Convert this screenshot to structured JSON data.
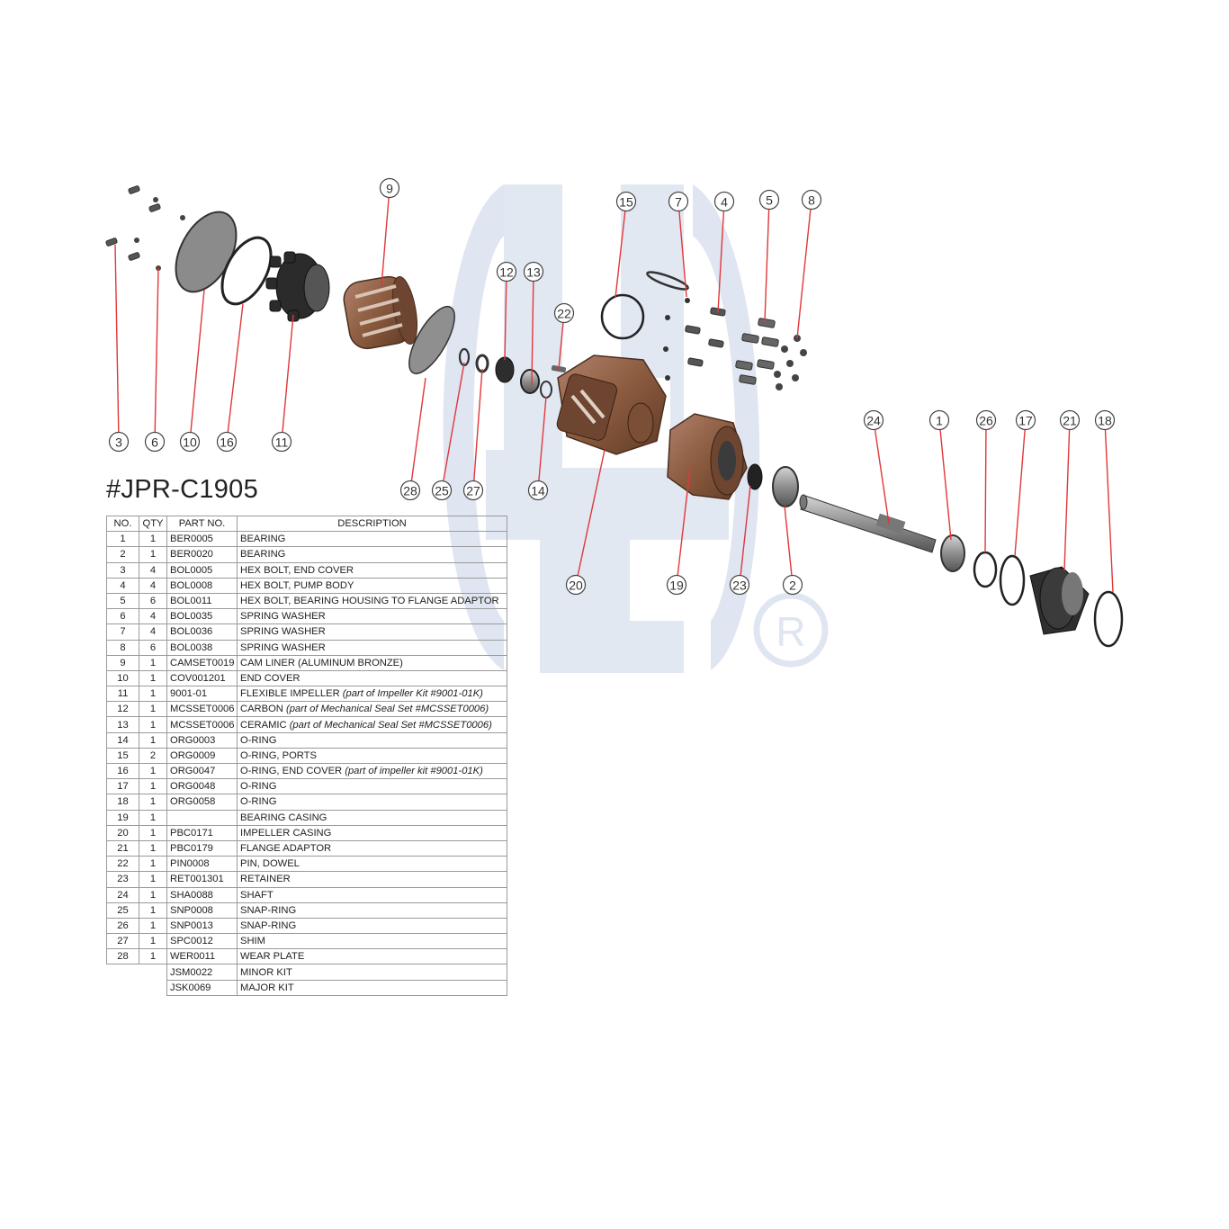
{
  "model_number": "#JPR-C1905",
  "table": {
    "headers": [
      "NO.",
      "QTY",
      "PART NO.",
      "DESCRIPTION"
    ],
    "rows": [
      {
        "no": "1",
        "qty": "1",
        "part": "BER0005",
        "desc": "BEARING",
        "note": ""
      },
      {
        "no": "2",
        "qty": "1",
        "part": "BER0020",
        "desc": "BEARING",
        "note": ""
      },
      {
        "no": "3",
        "qty": "4",
        "part": "BOL0005",
        "desc": "HEX BOLT, END COVER",
        "note": ""
      },
      {
        "no": "4",
        "qty": "4",
        "part": "BOL0008",
        "desc": "HEX BOLT, PUMP BODY",
        "note": ""
      },
      {
        "no": "5",
        "qty": "6",
        "part": "BOL0011",
        "desc": "HEX BOLT, BEARING HOUSING TO FLANGE ADAPTOR",
        "note": ""
      },
      {
        "no": "6",
        "qty": "4",
        "part": "BOL0035",
        "desc": "SPRING WASHER",
        "note": ""
      },
      {
        "no": "7",
        "qty": "4",
        "part": "BOL0036",
        "desc": "SPRING WASHER",
        "note": ""
      },
      {
        "no": "8",
        "qty": "6",
        "part": "BOL0038",
        "desc": "SPRING WASHER",
        "note": ""
      },
      {
        "no": "9",
        "qty": "1",
        "part": "CAMSET0019",
        "desc": "CAM LINER (ALUMINUM BRONZE)",
        "note": ""
      },
      {
        "no": "10",
        "qty": "1",
        "part": "COV001201",
        "desc": "END COVER",
        "note": ""
      },
      {
        "no": "11",
        "qty": "1",
        "part": "9001-01",
        "desc": "FLEXIBLE IMPELLER ",
        "note": "(part of Impeller Kit #9001-01K)"
      },
      {
        "no": "12",
        "qty": "1",
        "part": "MCSSET0006",
        "desc": "CARBON ",
        "note": "(part of Mechanical Seal Set #MCSSET0006)"
      },
      {
        "no": "13",
        "qty": "1",
        "part": "MCSSET0006",
        "desc": "CERAMIC ",
        "note": "(part of Mechanical Seal Set #MCSSET0006)"
      },
      {
        "no": "14",
        "qty": "1",
        "part": "ORG0003",
        "desc": "O-RING",
        "note": ""
      },
      {
        "no": "15",
        "qty": "2",
        "part": "ORG0009",
        "desc": "O-RING, PORTS",
        "note": ""
      },
      {
        "no": "16",
        "qty": "1",
        "part": "ORG0047",
        "desc": "O-RING, END COVER ",
        "note": "(part of impeller kit #9001-01K)"
      },
      {
        "no": "17",
        "qty": "1",
        "part": "ORG0048",
        "desc": "O-RING",
        "note": ""
      },
      {
        "no": "18",
        "qty": "1",
        "part": "ORG0058",
        "desc": "O-RING",
        "note": ""
      },
      {
        "no": "19",
        "qty": "1",
        "part": "",
        "desc": "BEARING CASING",
        "note": ""
      },
      {
        "no": "20",
        "qty": "1",
        "part": "PBC0171",
        "desc": "IMPELLER CASING",
        "note": ""
      },
      {
        "no": "21",
        "qty": "1",
        "part": "PBC0179",
        "desc": "FLANGE ADAPTOR",
        "note": ""
      },
      {
        "no": "22",
        "qty": "1",
        "part": "PIN0008",
        "desc": "PIN, DOWEL",
        "note": ""
      },
      {
        "no": "23",
        "qty": "1",
        "part": "RET001301",
        "desc": "RETAINER",
        "note": ""
      },
      {
        "no": "24",
        "qty": "1",
        "part": "SHA0088",
        "desc": "SHAFT",
        "note": ""
      },
      {
        "no": "25",
        "qty": "1",
        "part": "SNP0008",
        "desc": "SNAP-RING",
        "note": ""
      },
      {
        "no": "26",
        "qty": "1",
        "part": "SNP0013",
        "desc": "SNAP-RING",
        "note": ""
      },
      {
        "no": "27",
        "qty": "1",
        "part": "SPC0012",
        "desc": "SHIM",
        "note": ""
      },
      {
        "no": "28",
        "qty": "1",
        "part": "WER0011",
        "desc": "WEAR PLATE",
        "note": ""
      }
    ],
    "kits": [
      {
        "part": "JSM0022",
        "desc": "MINOR KIT"
      },
      {
        "part": "JSK0069",
        "desc": "MAJOR KIT"
      }
    ]
  },
  "callouts": [
    "9",
    "15",
    "7",
    "4",
    "5",
    "8",
    "12",
    "13",
    "22",
    "3",
    "6",
    "10",
    "16",
    "11",
    "28",
    "25",
    "27",
    "14",
    "24",
    "1",
    "26",
    "17",
    "21",
    "18",
    "20",
    "19",
    "23",
    "2"
  ],
  "colors": {
    "leader_line": "#e0383a",
    "bronze": "#8a5a3e",
    "watermark": "#dfe5f1",
    "outline": "#333333"
  },
  "watermark_mark": "registered-trademark"
}
